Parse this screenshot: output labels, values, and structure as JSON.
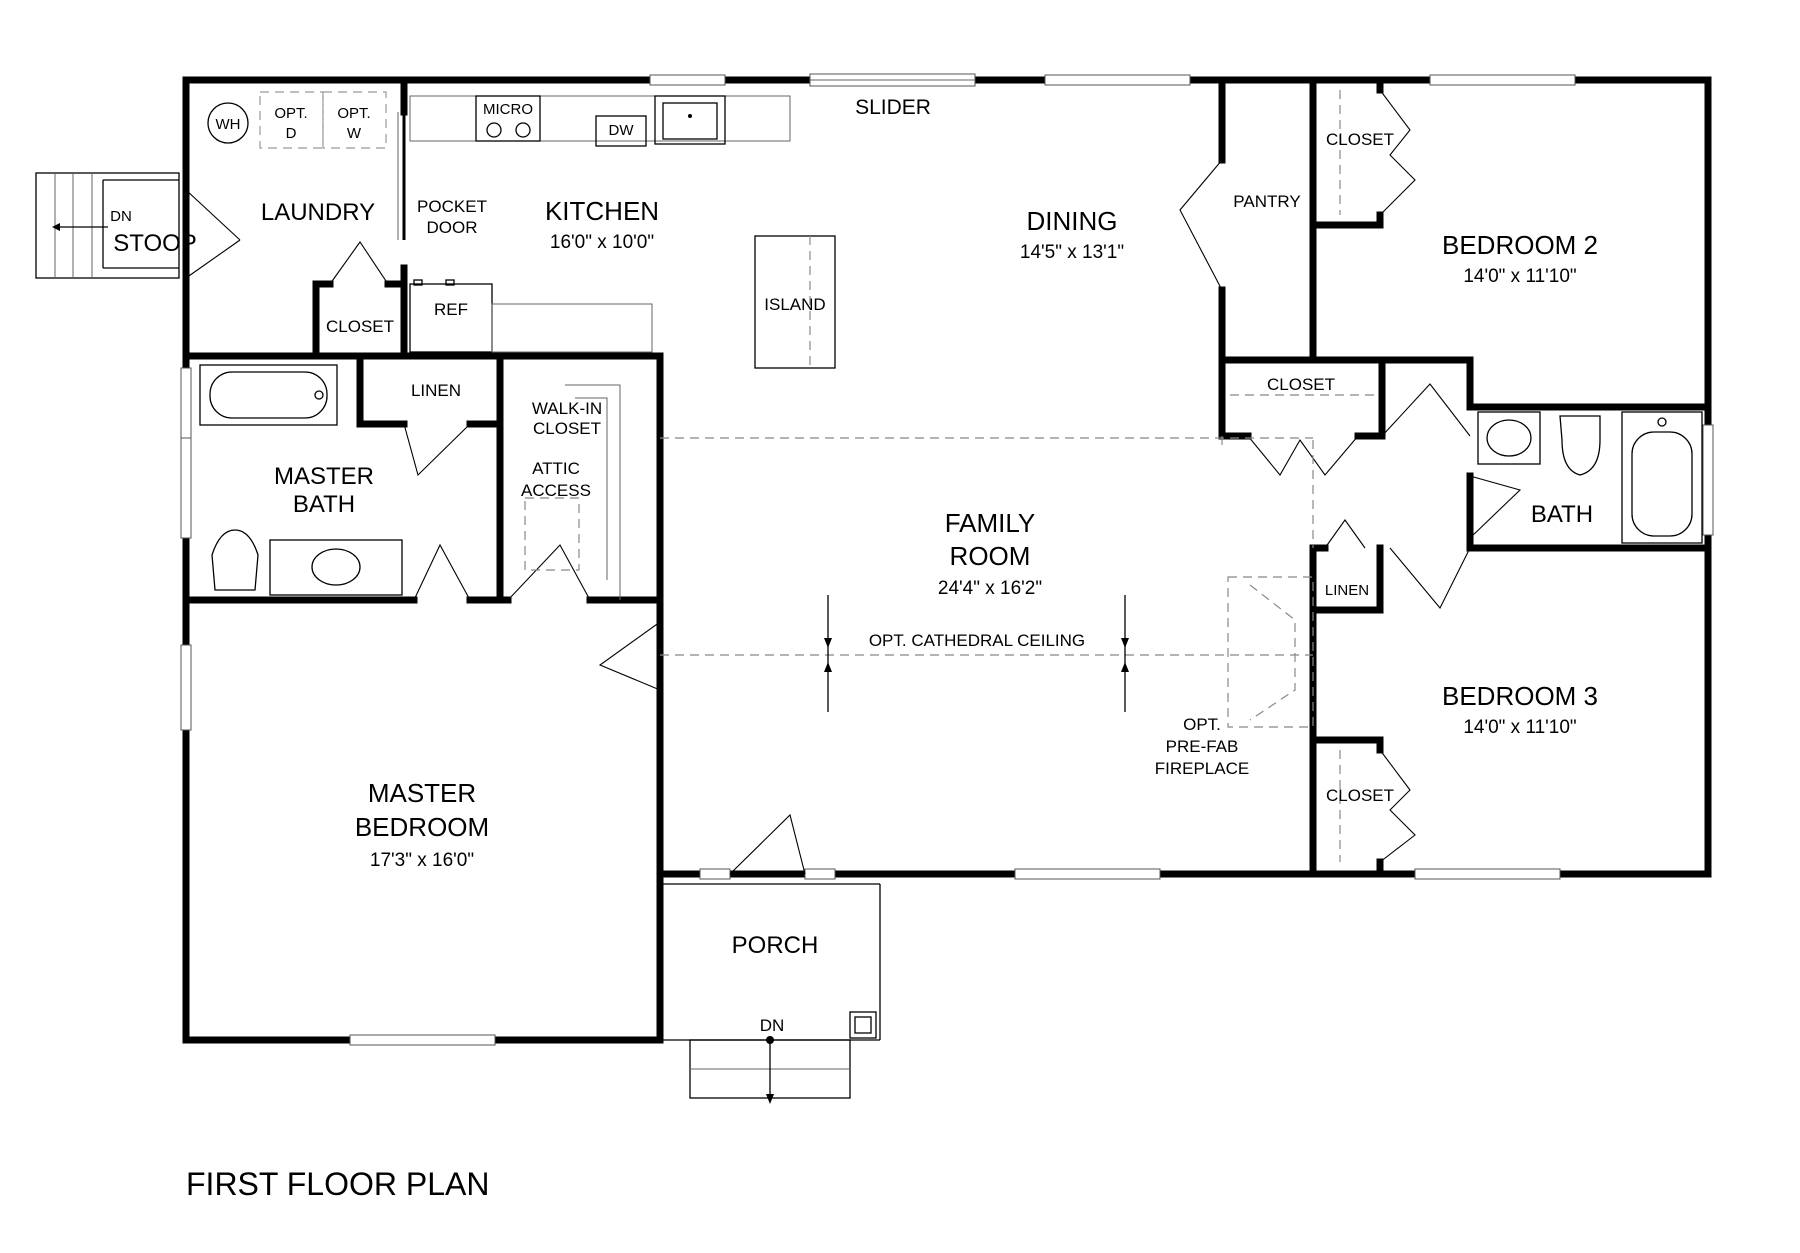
{
  "title": "FIRST FLOOR PLAN",
  "rooms": {
    "laundry": {
      "name": "LAUNDRY"
    },
    "kitchen": {
      "name": "KITCHEN",
      "dims": "16'0\" x 10'0\""
    },
    "dining": {
      "name": "DINING",
      "dims": "14'5\" x 13'1\""
    },
    "family": {
      "name1": "FAMILY",
      "name2": "ROOM",
      "dims": "24'4\" x 16'2\""
    },
    "master_bath": {
      "name1": "MASTER",
      "name2": "BATH"
    },
    "master_bedroom": {
      "name1": "MASTER",
      "name2": "BEDROOM",
      "dims": "17'3\" x 16'0\""
    },
    "bedroom2": {
      "name": "BEDROOM 2",
      "dims": "14'0\" x 11'10\""
    },
    "bedroom3": {
      "name": "BEDROOM 3",
      "dims": "14'0\" x 11'10\""
    },
    "bath": {
      "name": "BATH"
    },
    "porch": {
      "name": "PORCH"
    },
    "stoop": {
      "name": "STOOP"
    }
  },
  "labels": {
    "wh": "WH",
    "opt_d1": "OPT.",
    "opt_d2": "D",
    "opt_w1": "OPT.",
    "opt_w2": "W",
    "micro": "MICRO",
    "dw": "DW",
    "slider": "SLIDER",
    "pocket1": "POCKET",
    "pocket2": "DOOR",
    "ref": "REF",
    "closet": "CLOSET",
    "island": "ISLAND",
    "pantry": "PANTRY",
    "linen": "LINEN",
    "walkin1": "WALK-IN",
    "walkin2": "CLOSET",
    "attic1": "ATTIC",
    "attic2": "ACCESS",
    "cathedral": "OPT. CATHEDRAL CEILING",
    "fireplace1": "OPT.",
    "fireplace2": "PRE-FAB",
    "fireplace3": "FIREPLACE",
    "dn": "DN"
  }
}
